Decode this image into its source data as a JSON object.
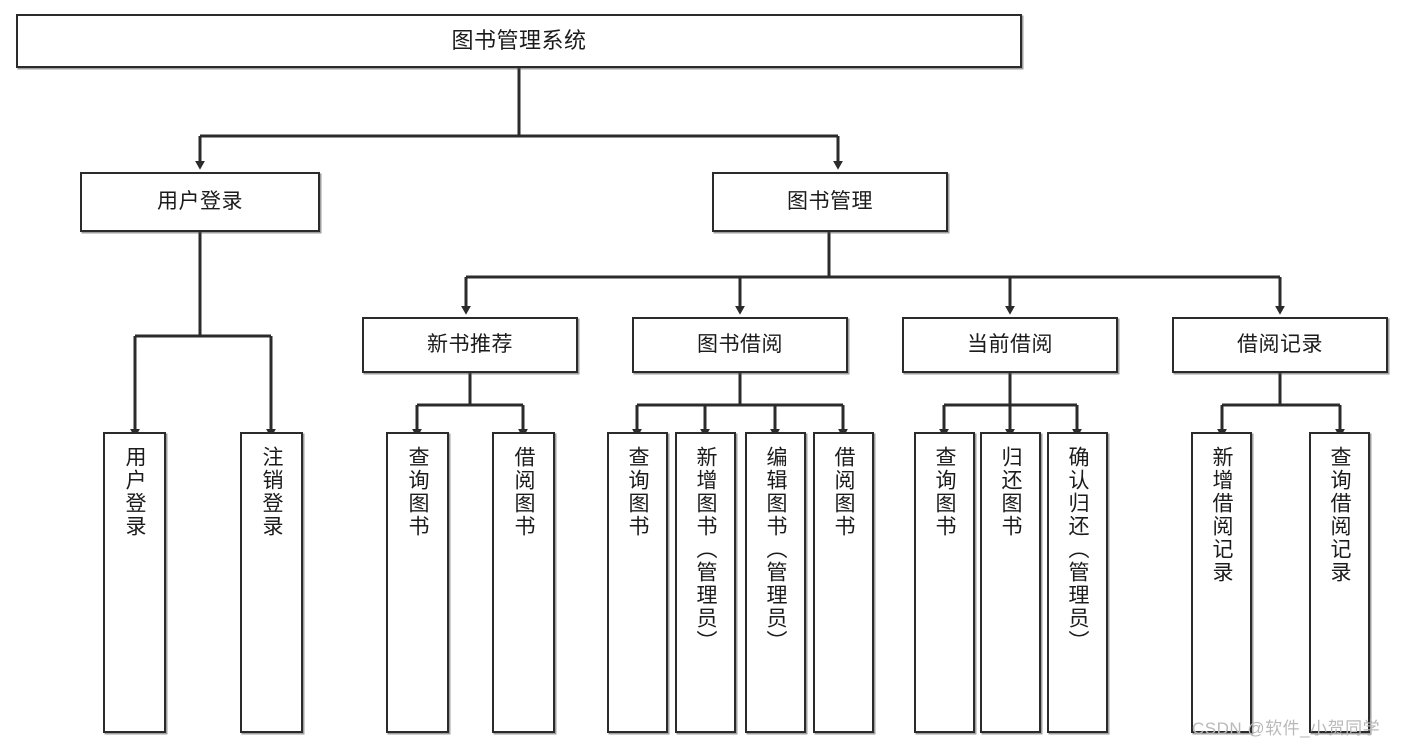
{
  "diagram": {
    "type": "tree",
    "title": "图书管理系统",
    "watermark": "CSDN @软件_小贺同学",
    "colors": {
      "stroke": "#2b2b2b",
      "fill": "#ffffff",
      "text": "#1b1b1b",
      "watermark": "#b9b9b9"
    },
    "nodes": {
      "root": "图书管理系统",
      "level2": [
        "用户登录",
        "图书管理"
      ],
      "level3": [
        "新书推荐",
        "图书借阅",
        "当前借阅",
        "借阅记录"
      ],
      "leaves": {
        "user_login": [
          "用户登录",
          "注销登录"
        ],
        "new_book": [
          "查询图书",
          "借阅图书"
        ],
        "book_borrow": [
          "查询图书",
          "新增图书（管理员）",
          "编辑图书（管理员）",
          "借阅图书"
        ],
        "current_borrow": [
          "查询图书",
          "归还图书",
          "确认归还（管理员）"
        ],
        "borrow_record": [
          "新增借阅记录",
          "查询借阅记录"
        ]
      }
    }
  }
}
